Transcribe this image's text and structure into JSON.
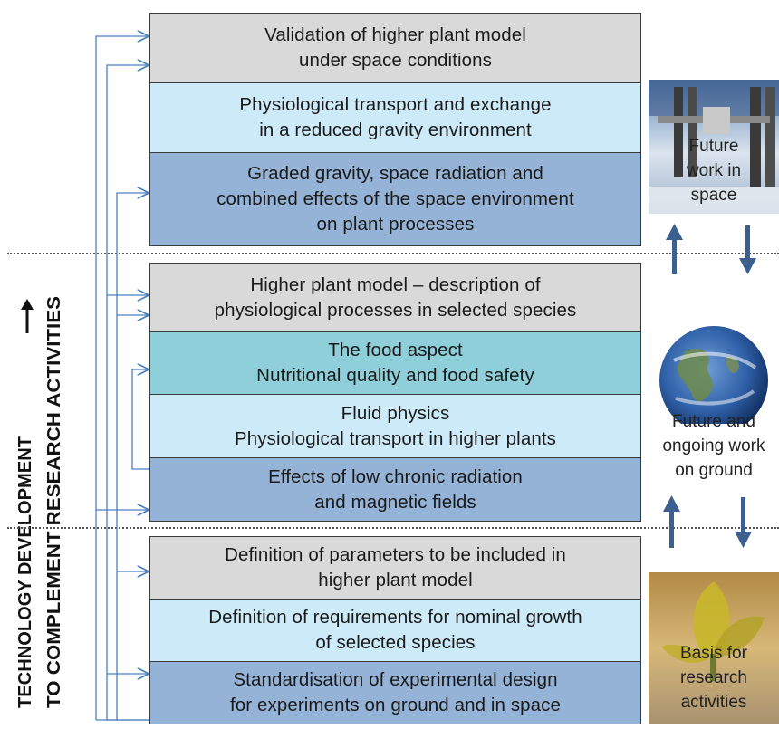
{
  "colors": {
    "grey_box": "#d9d9d9",
    "light_blue_box": "#cdeaf8",
    "blue_box": "#95b3d6",
    "teal_box": "#8fcfd9",
    "connector": "#4a7fc0",
    "flow_arrow": "#3b5f8f"
  },
  "side_label": {
    "line1": "TECHNOLOGY DEVELOPMENT",
    "line2": "TO COMPLEMENT RESEARCH ACTIVITIES",
    "arrow": "→"
  },
  "tiers": {
    "space": {
      "boxes": [
        "Validation of higher plant model\nunder space conditions",
        "Physiological transport and exchange\nin a reduced gravity environment",
        "Graded gravity, space radiation and\ncombined effects of the space environment\non plant processes"
      ],
      "caption": "Future\nwork in\nspace",
      "image_icon": "space-station-icon"
    },
    "ground": {
      "boxes": [
        "Higher plant model – description of\nphysiological processes in selected species",
        "The food aspect\nNutritional quality and food safety",
        "Fluid physics\nPhysiological transport in higher plants",
        "Effects of low chronic radiation\nand magnetic fields"
      ],
      "caption": "Future and\nongoing work\non ground",
      "image_icon": "earth-globe-icon"
    },
    "basis": {
      "boxes": [
        "Definition of parameters to be included in\nhigher plant model",
        "Definition of requirements for nominal growth\nof selected species",
        "Standardisation of experimental design\nfor experiments on ground and in space"
      ],
      "caption": "Basis for\nresearch\nactivities",
      "image_icon": "plant-leaf-icon"
    }
  }
}
